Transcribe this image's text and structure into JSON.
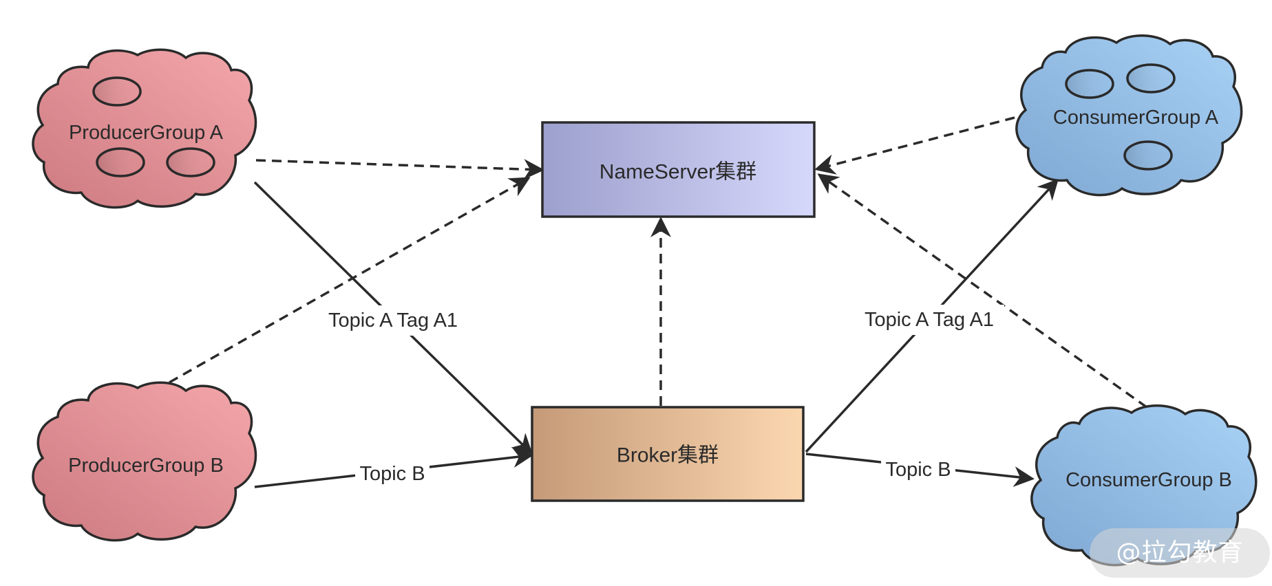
{
  "nodes": {
    "producer_a": {
      "label": "ProducerGroup A"
    },
    "producer_b": {
      "label": "ProducerGroup B"
    },
    "nameserver": {
      "label": "NameServer集群"
    },
    "broker": {
      "label": "Broker集群"
    },
    "consumer_a": {
      "label": "ConsumerGroup A"
    },
    "consumer_b": {
      "label": "ConsumerGroup B"
    }
  },
  "edges": {
    "producer_a_to_broker": {
      "label": "Topic A Tag A1"
    },
    "broker_to_consumer_a": {
      "label": "Topic A Tag A1"
    },
    "producer_b_to_broker": {
      "label": "Topic B"
    },
    "broker_to_consumer_b": {
      "label": "Topic B"
    }
  },
  "watermark": {
    "text": "@拉勾教育"
  },
  "colors": {
    "producer_fill_dark": "#cc7a80",
    "producer_fill_light": "#f4a7ab",
    "consumer_fill_dark": "#7ea7d2",
    "consumer_fill_light": "#a9d2f6",
    "nameserver_fill_dark": "#9d9fcd",
    "nameserver_fill_light": "#d6d8fb",
    "broker_fill_dark": "#c59a78",
    "broker_fill_light": "#fbd7b0",
    "stroke": "#2a2a2a"
  }
}
